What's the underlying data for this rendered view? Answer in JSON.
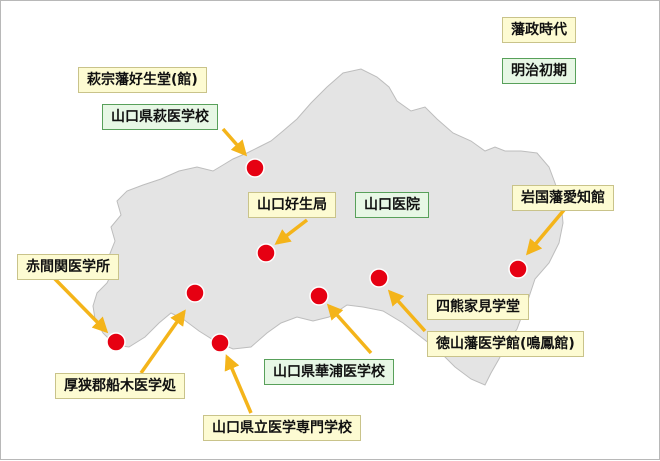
{
  "legend": {
    "han_era": "藩政時代",
    "meiji_era": "明治初期"
  },
  "colors": {
    "han_background": "#fdfbd2",
    "han_border": "#c9c38a",
    "meiji_background": "#e7f7e5",
    "meiji_border": "#58a05a",
    "marker": "#e60012",
    "arrow": "#f4b41a",
    "land": "#e4e4e4"
  },
  "labels": {
    "hagi_koseido": "萩宗藩好生堂(館)",
    "yamaguchi_hagi_school": "山口県萩医学校",
    "yamaguchi_koseikyoku": "山口好生局",
    "yamaguchi_hospital": "山口医院",
    "iwakuni_aichikan": "岩国藩愛知館",
    "akamagaseki": "赤間関医学所",
    "shiguma_kakengaku": "四熊家見学堂",
    "tokuyama_meirokan": "徳山藩医学館(鳴鳳館)",
    "yamaguchi_kaura": "山口県華浦医学校",
    "kyosa_funaki": "厚狭郡船木医学処",
    "yamaguchi_ritsu": "山口県立医学専門学校"
  }
}
